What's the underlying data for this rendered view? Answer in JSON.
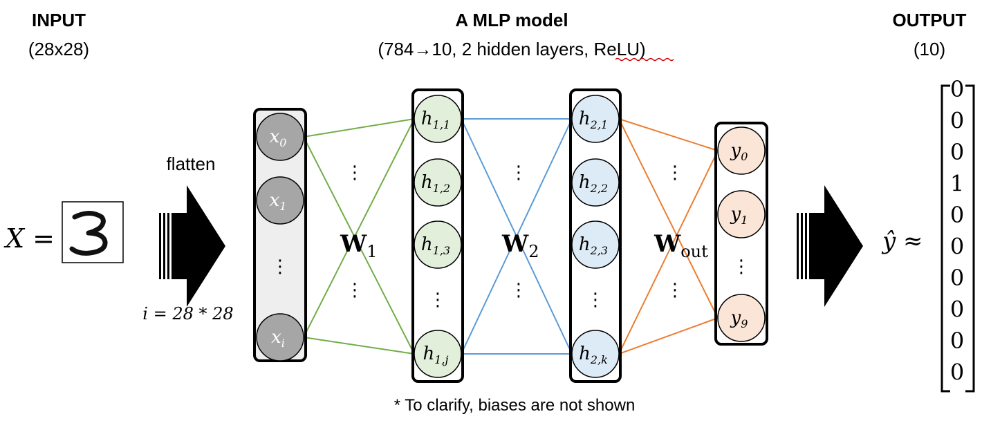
{
  "header": {
    "input_title": "INPUT",
    "input_subtitle": "(28x28)",
    "model_title": "A MLP model",
    "model_subtitle": "(784→10, 2 hidden layers, ReLU)",
    "output_title": "OUTPUT",
    "output_subtitle": "(10)"
  },
  "input": {
    "var_label": "X =",
    "digit": "3",
    "flatten_label": "flatten",
    "size_label": "i = 28 * 28"
  },
  "input_layer": {
    "nodes": [
      {
        "base": "x",
        "sub": "0"
      },
      {
        "base": "x",
        "sub": "1"
      },
      {
        "base": "x",
        "sub": "i"
      }
    ],
    "ellipsis": "⋮"
  },
  "hidden1": {
    "nodes": [
      {
        "base": "h",
        "sub": "1,1"
      },
      {
        "base": "h",
        "sub": "1,2"
      },
      {
        "base": "h",
        "sub": "1,3"
      },
      {
        "base": "h",
        "sub": "1,j"
      }
    ],
    "ellipsis": "⋮"
  },
  "hidden2": {
    "nodes": [
      {
        "base": "h",
        "sub": "2,1"
      },
      {
        "base": "h",
        "sub": "2,2"
      },
      {
        "base": "h",
        "sub": "2,3"
      },
      {
        "base": "h",
        "sub": "2,k"
      }
    ],
    "ellipsis": "⋮"
  },
  "output_layer": {
    "nodes": [
      {
        "base": "y",
        "sub": "0"
      },
      {
        "base": "y",
        "sub": "1"
      },
      {
        "base": "y",
        "sub": "9"
      }
    ],
    "ellipsis": "⋮"
  },
  "weights": {
    "w1": {
      "base": "W",
      "sub": "1"
    },
    "w2": {
      "base": "W",
      "sub": "2"
    },
    "wout": {
      "base": "W",
      "sub": "out"
    },
    "ellipsis": "⋮"
  },
  "output": {
    "yhat_label": "ŷ ≈",
    "vector": [
      "0",
      "0",
      "0",
      "1",
      "0",
      "0",
      "0",
      "0",
      "0",
      "0"
    ]
  },
  "footnote": "* To clarify, biases are not shown",
  "colors": {
    "input_nodes": "#a6a6a6",
    "input_layer_bg": "#eeeeee",
    "hidden1_nodes": "#e2efda",
    "hidden2_nodes": "#ddebf7",
    "output_nodes": "#fbe5d6",
    "w1_lines": "#70ad47",
    "w2_lines": "#5b9bd5",
    "wout_lines": "#ed7d31",
    "text": "#000000"
  }
}
